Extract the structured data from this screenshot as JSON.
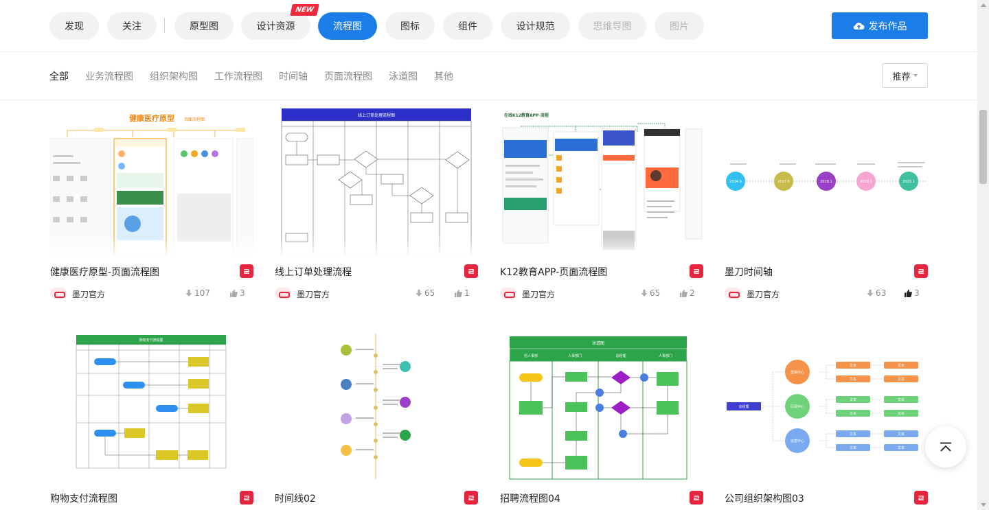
{
  "category_tabs": [
    {
      "label": "发现"
    },
    {
      "label": "关注"
    },
    {
      "label": "原型图"
    },
    {
      "label": "设计资源",
      "badge": "NEW"
    },
    {
      "label": "流程图"
    },
    {
      "label": "图标"
    },
    {
      "label": "组件"
    },
    {
      "label": "设计规范"
    },
    {
      "label": "思维导图"
    },
    {
      "label": "图片"
    }
  ],
  "active_tab": "流程图",
  "publish_button": {
    "label": "发布作品",
    "icon": "cloud-upload-icon"
  },
  "filter_tabs": [
    {
      "label": "全部"
    },
    {
      "label": "业务流程图"
    },
    {
      "label": "组织架构图"
    },
    {
      "label": "工作流程图"
    },
    {
      "label": "时间轴"
    },
    {
      "label": "页面流程图"
    },
    {
      "label": "泳道图"
    },
    {
      "label": "其他"
    }
  ],
  "active_filter": "全部",
  "sort": {
    "selected": "推荐"
  },
  "brand_badge_text": "ㄹ",
  "cards": [
    {
      "title": "健康医疗原型-页面流程图",
      "author": "墨刀官方",
      "downloads": "107",
      "likes": "3",
      "thumb_title": "健康医疗原型",
      "thumb_subtitle": "页面流程图"
    },
    {
      "title": "线上订单处理流程",
      "author": "墨刀官方",
      "downloads": "65",
      "likes": "1",
      "thumb_title": "线上订单处理流程图"
    },
    {
      "title": "K12教育APP-页面流程图",
      "author": "墨刀官方",
      "downloads": "65",
      "likes": "2",
      "thumb_title": "在线K12教育APP-流程"
    },
    {
      "title": "墨刀时间轴",
      "author": "墨刀官方",
      "downloads": "63",
      "likes": "3",
      "thumb_labels": [
        "2014.9",
        "2017.6",
        "2018.1",
        "2019.1",
        "2020.1"
      ]
    },
    {
      "title": "购物支付流程图",
      "thumb_title": "购物支付流程图"
    },
    {
      "title": "时间线02"
    },
    {
      "title": "招聘流程图04",
      "thumb_title": "泳道图",
      "thumb_lanes": [
        "招人事部",
        "人事部门",
        "总经理",
        "人事部门"
      ]
    },
    {
      "title": "公司组织架构图03",
      "thumb_root": "总经理",
      "thumb_branches": [
        "营销中心",
        "行政中心",
        "运营中心"
      ],
      "thumb_leaf": "文本"
    }
  ],
  "colors": {
    "accent": "#1b7ee8",
    "new_badge": "#ef2b3b",
    "brand_red": "#e8253f"
  }
}
